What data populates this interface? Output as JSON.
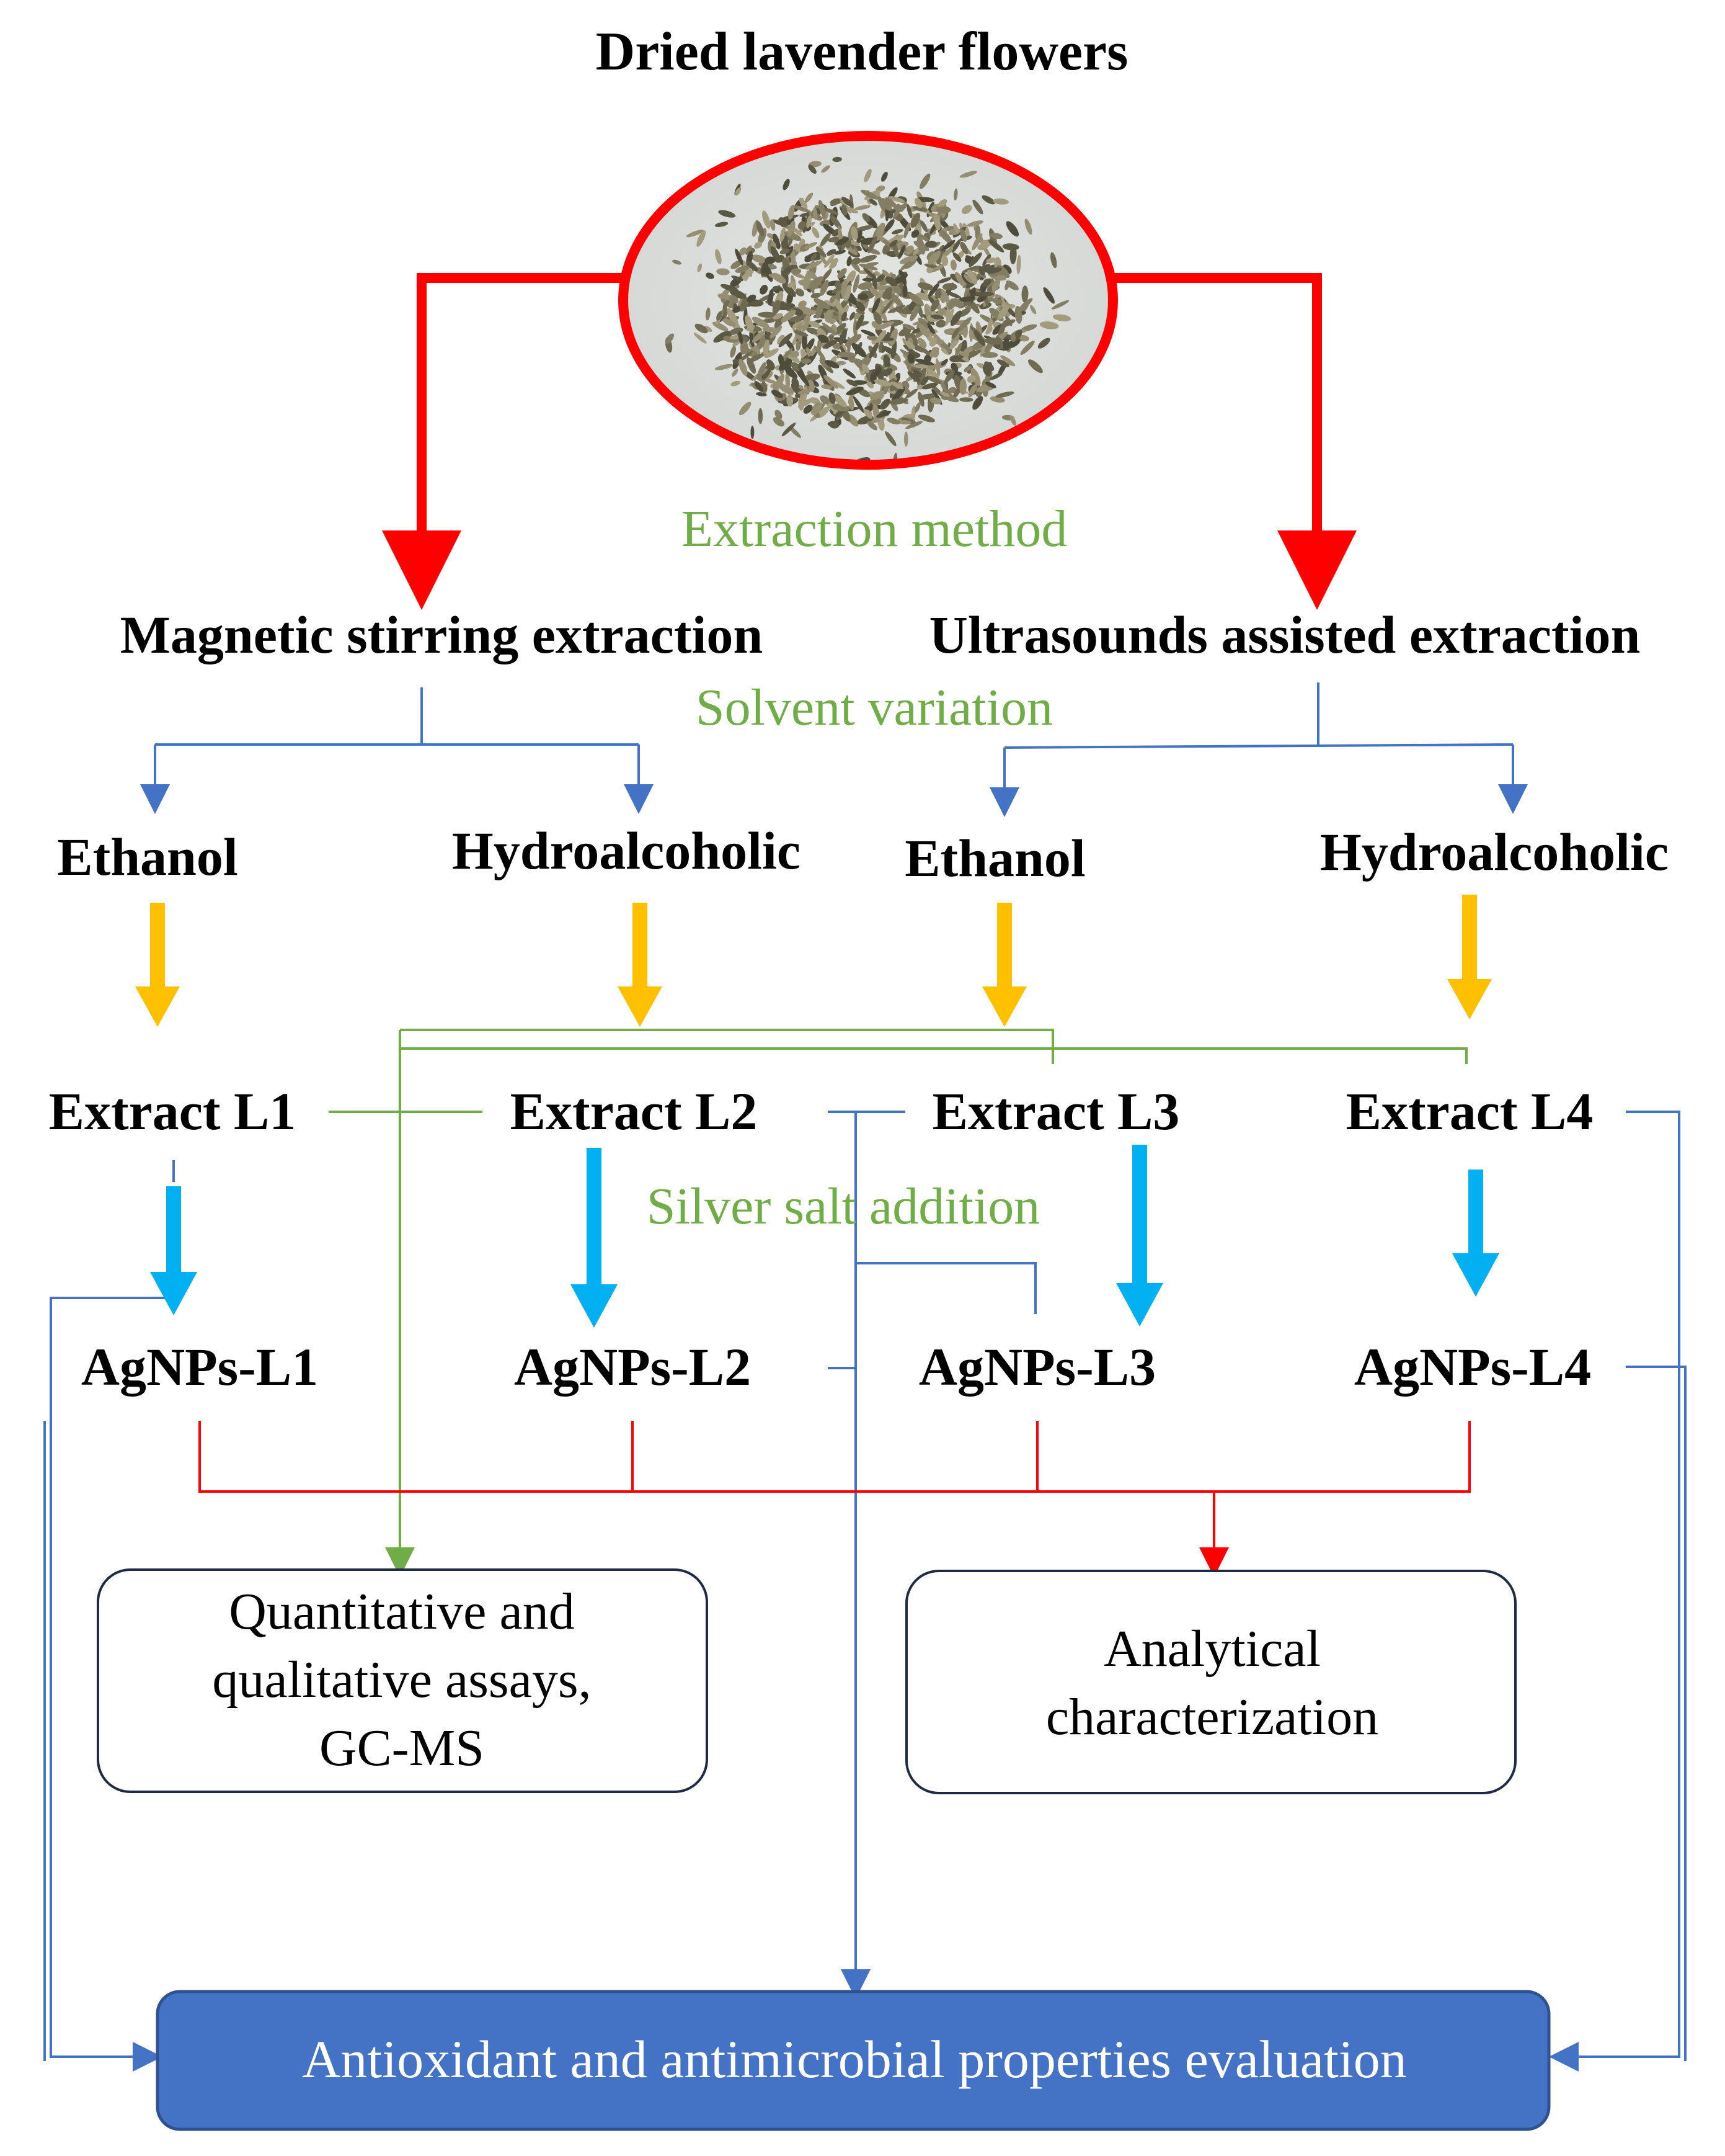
{
  "title": "Dried lavender flowers",
  "labels": {
    "extraction_method": "Extraction method",
    "solvent_variation": "Solvent variation",
    "silver_salt_addition": "Silver salt addition"
  },
  "methods": {
    "magnetic": "Magnetic stirring extraction",
    "ultrasound": "Ultrasounds assisted extraction"
  },
  "solvents": {
    "s1": "Ethanol",
    "s2": "Hydroalcoholic",
    "s3": "Ethanol",
    "s4": "Hydroalcoholic"
  },
  "extracts": {
    "l1": "Extract L1",
    "l2": "Extract L2",
    "l3": "Extract L3",
    "l4": "Extract L4"
  },
  "nanoparticles": {
    "l1": "AgNPs-L1",
    "l2": "AgNPs-L2",
    "l3": "AgNPs-L3",
    "l4": "AgNPs-L4"
  },
  "boxes": {
    "assays_line1": "Quantitative and",
    "assays_line2": "qualitative assays,",
    "assays_line3": "GC-MS",
    "analytical_line1": "Analytical",
    "analytical_line2": "characterization",
    "evaluation": "Antioxidant and antimicrobial properties evaluation"
  },
  "colors": {
    "red": "#ff0000",
    "green_text": "#70ad47",
    "blue_line": "#4472c4",
    "yellow_arrow": "#ffc000",
    "cyan_arrow": "#00b0f0",
    "eval_fill": "#4472c4"
  }
}
